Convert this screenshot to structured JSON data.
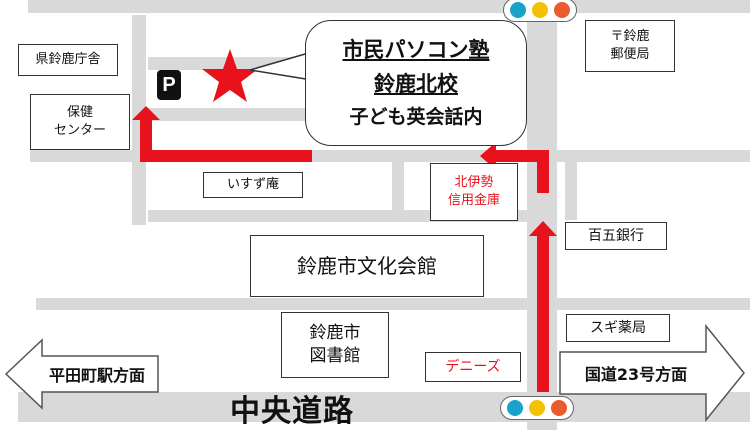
{
  "title": {
    "line1": "市民パソコン塾",
    "line2": "鈴鹿北校",
    "line3": "子ども英会話内"
  },
  "labels": {
    "prefecture_office": "県鈴鹿庁舎",
    "health_center_1": "保健",
    "health_center_2": "センター",
    "post_office_1": "〒鈴鹿",
    "post_office_2": "郵便局",
    "isuzu_an": "いすず庵",
    "bank_kitaise_1": "北伊勢",
    "bank_kitaise_2": "信用金庫",
    "hyakugo_bank": "百五銀行",
    "culture_hall": "鈴鹿市文化会館",
    "library_1": "鈴鹿市",
    "library_2": "図書館",
    "sugi_pharmacy": "スギ薬局",
    "dennys": "デニーズ",
    "hirata_station": "平田町駅方面",
    "route23": "国道23号方面",
    "main_road": "中央道路",
    "parking": "P"
  },
  "colors": {
    "route": "#e8121c",
    "road": "#d9d9d9",
    "signal_blue": "#1aa3c9",
    "signal_yellow": "#f2c200",
    "signal_red": "#ea5b2d"
  }
}
